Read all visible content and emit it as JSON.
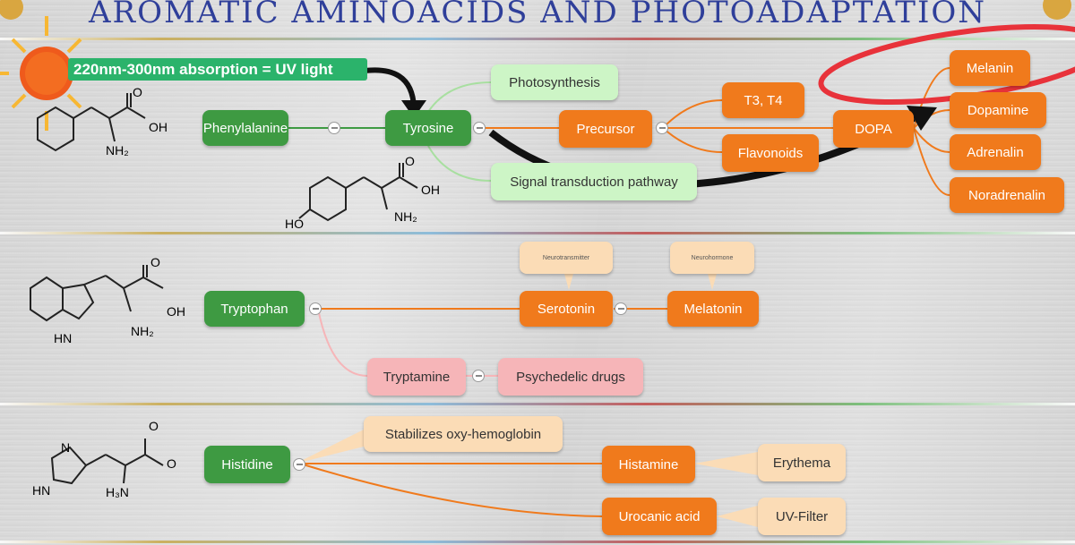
{
  "title": "AROMATIC AMINOACIDS AND PHOTOADAPTATION",
  "callout": "220nm-300nm absorption = UV light",
  "colors": {
    "title": "#2f3f9a",
    "green": "#3e9a42",
    "light_green": "#cdf5c6",
    "orange": "#f07a1c",
    "peach": "#fbdcb6",
    "pink": "#f6b5b8",
    "callout": "#2bb36b",
    "highlight": "#e8323a"
  },
  "section1": {
    "phenylalanine": "Phenylalanine",
    "tyrosine": "Tyrosine",
    "photosynthesis": "Photosynthesis",
    "signal": "Signal transduction pathway",
    "precursor": "Precursor",
    "t3t4": "T3, T4",
    "flavonoids": "Flavonoids",
    "dopa": "DOPA",
    "melanin": "Melanin",
    "dopamine": "Dopamine",
    "adrenalin": "Adrenalin",
    "noradrenalin": "Noradrenalin"
  },
  "section2": {
    "tryptophan": "Tryptophan",
    "serotonin": "Serotonin",
    "melatonin": "Melatonin",
    "neurotransmitter": "Neurotransmitter",
    "neurohormone": "Neurohormone",
    "tryptamine": "Tryptamine",
    "psychedelic": "Psychedelic drugs"
  },
  "section3": {
    "histidine": "Histidine",
    "stabilizes": "Stabilizes oxy-hemoglobin",
    "histamine": "Histamine",
    "erythema": "Erythema",
    "urocanic": "Urocanic acid",
    "uvfilter": "UV-Filter"
  },
  "mol_labels": {
    "oh": "OH",
    "nh2": "NH₂",
    "ho": "HO",
    "hn": "HN",
    "n": "N",
    "o": "O",
    "h3n": "H₃N"
  }
}
